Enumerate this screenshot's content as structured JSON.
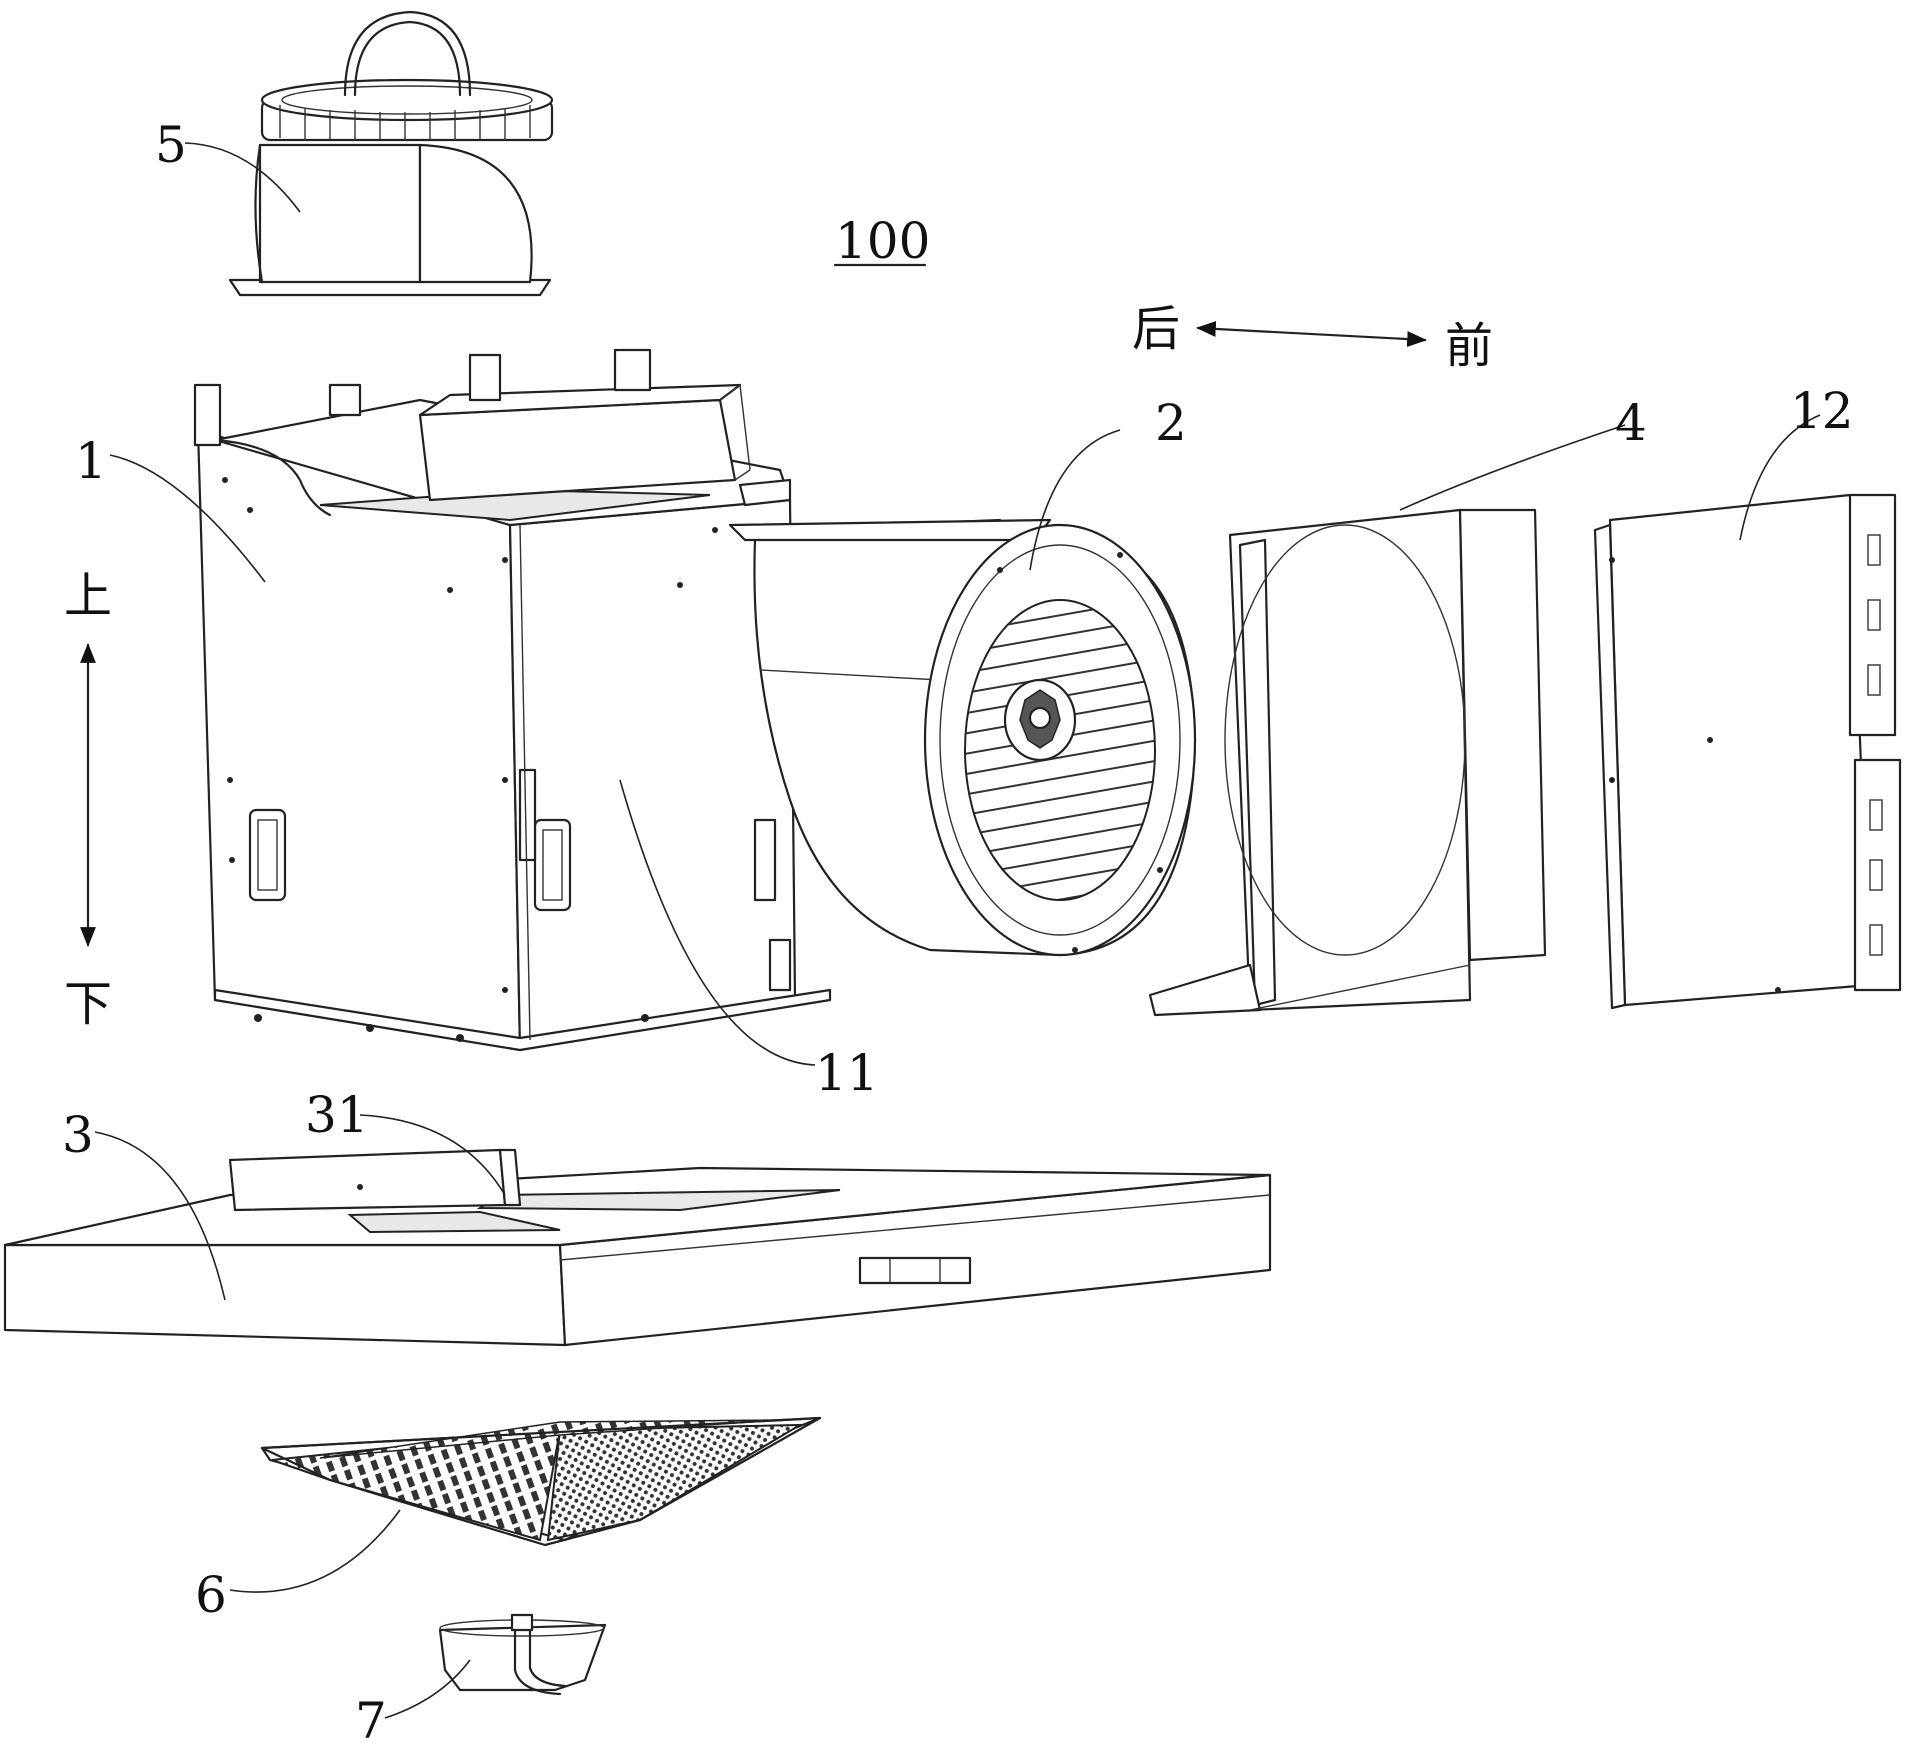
{
  "figure": {
    "assembly_ref": "100",
    "directions": {
      "rear": "后",
      "front": "前",
      "up": "上",
      "down": "下"
    },
    "labels": {
      "part_1": "1",
      "part_2": "2",
      "part_3": "3",
      "part_4": "4",
      "part_5": "5",
      "part_6": "6",
      "part_7": "7",
      "part_11": "11",
      "part_12": "12",
      "part_31": "31"
    }
  }
}
